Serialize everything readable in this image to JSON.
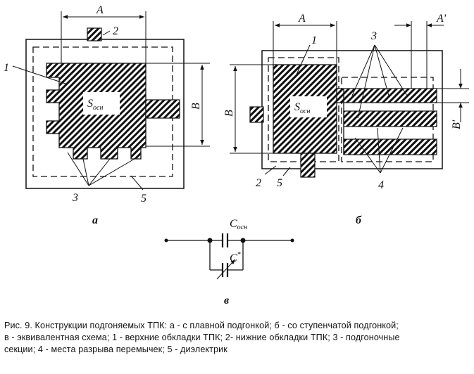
{
  "figure": {
    "panel_a": {
      "dim_A": "A",
      "dim_B": "B",
      "area_main": "S",
      "area_sub": "осн",
      "callouts": [
        "1",
        "2",
        "3",
        "5"
      ],
      "panel_letter": "а"
    },
    "panel_b": {
      "dim_A": "A",
      "dim_A_prime": "A'",
      "dim_B": "B",
      "dim_B_prime": "B'",
      "area_main": "S",
      "area_sub": "осн",
      "callouts": [
        "1",
        "2",
        "3",
        "4",
        "5"
      ],
      "panel_letter": "б"
    },
    "panel_v": {
      "cap_main": "C",
      "cap_main_sub": "осн",
      "cap_trim": "C",
      "cap_trim_sup": "*",
      "panel_letter": "в"
    },
    "caption": {
      "line1": "Рис. 9.  Конструкции подгоняемых ТПК: а - с плавной подгонкой; б - со ступенчатой подгонкой;",
      "line2": "в - эквивалентная схема; 1 - верхние обкладки ТПК; 2- нижние обкладки ТПК; 3 - подгоночные",
      "line3": "секции; 4 - места разрыва перемычек; 5 - диэлектрик"
    }
  }
}
